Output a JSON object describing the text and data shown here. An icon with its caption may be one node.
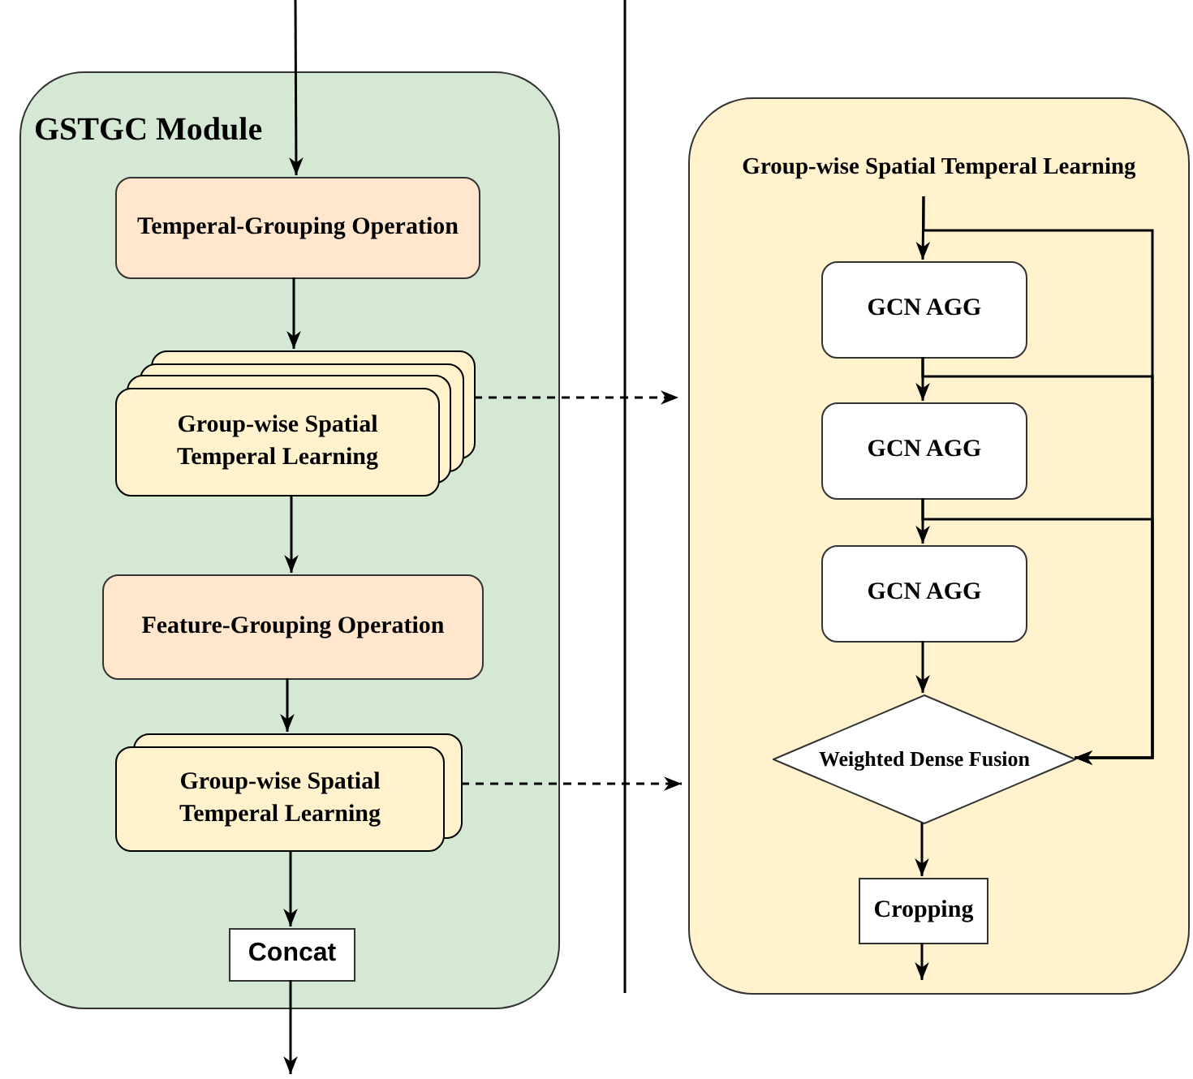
{
  "diagram": {
    "nodes": [
      {
        "text": [
          "GSTGC Module"
        ]
      },
      {
        "text": [
          "Temperal-Grouping Operation"
        ],
        "in": 0
      },
      {
        "text": [
          "Group-wise Spatial Temperal Learning"
        ],
        "in": 0
      },
      {
        "text": [
          "Feature-Grouping Operation"
        ],
        "in": 0
      },
      {
        "text": [
          "Group-wise Spatial Temperal Learning"
        ],
        "in": 0
      },
      {
        "text": [
          "Concat"
        ],
        "in": 0
      },
      {
        "text": [
          "Group-wise Spatial Temperal Learning"
        ]
      },
      {
        "text": [
          "GCN AGG"
        ],
        "in": 6
      },
      {
        "text": [
          "GCN AGG"
        ],
        "in": 6
      },
      {
        "text": [
          "GCN AGG"
        ],
        "in": 6
      },
      {
        "text": [
          "Weighted Dense Fusion"
        ],
        "in": 6
      },
      {
        "text": [
          "Cropping"
        ],
        "in": 6
      }
    ],
    "edges": [
      {
        "from": null,
        "to": 1,
        "arrow": "to"
      },
      {
        "from": 1,
        "to": 2,
        "arrow": "to"
      },
      {
        "from": 2,
        "to": 3,
        "arrow": "to"
      },
      {
        "from": 3,
        "to": 4,
        "arrow": "to"
      },
      {
        "from": 4,
        "to": 5,
        "arrow": "to"
      },
      {
        "from": 5,
        "to": null,
        "arrow": "to"
      },
      {
        "from": 2,
        "to": 6,
        "arrow": "to",
        "style": "dashed"
      },
      {
        "from": 4,
        "to": 6,
        "arrow": "to",
        "style": "dashed"
      },
      {
        "from": null,
        "to": 7,
        "arrow": "to"
      },
      {
        "from": 7,
        "to": 8,
        "arrow": "to"
      },
      {
        "from": 8,
        "to": 9,
        "arrow": "to"
      },
      {
        "from": 9,
        "to": 10,
        "arrow": "to"
      },
      {
        "from": null,
        "to": 10,
        "arrow": "to"
      },
      {
        "from": 7,
        "to": 10,
        "arrow": "to"
      },
      {
        "from": 8,
        "to": 10,
        "arrow": "to"
      },
      {
        "from": 10,
        "to": 11,
        "arrow": "to"
      },
      {
        "from": 11,
        "to": null,
        "arrow": "to"
      }
    ]
  }
}
